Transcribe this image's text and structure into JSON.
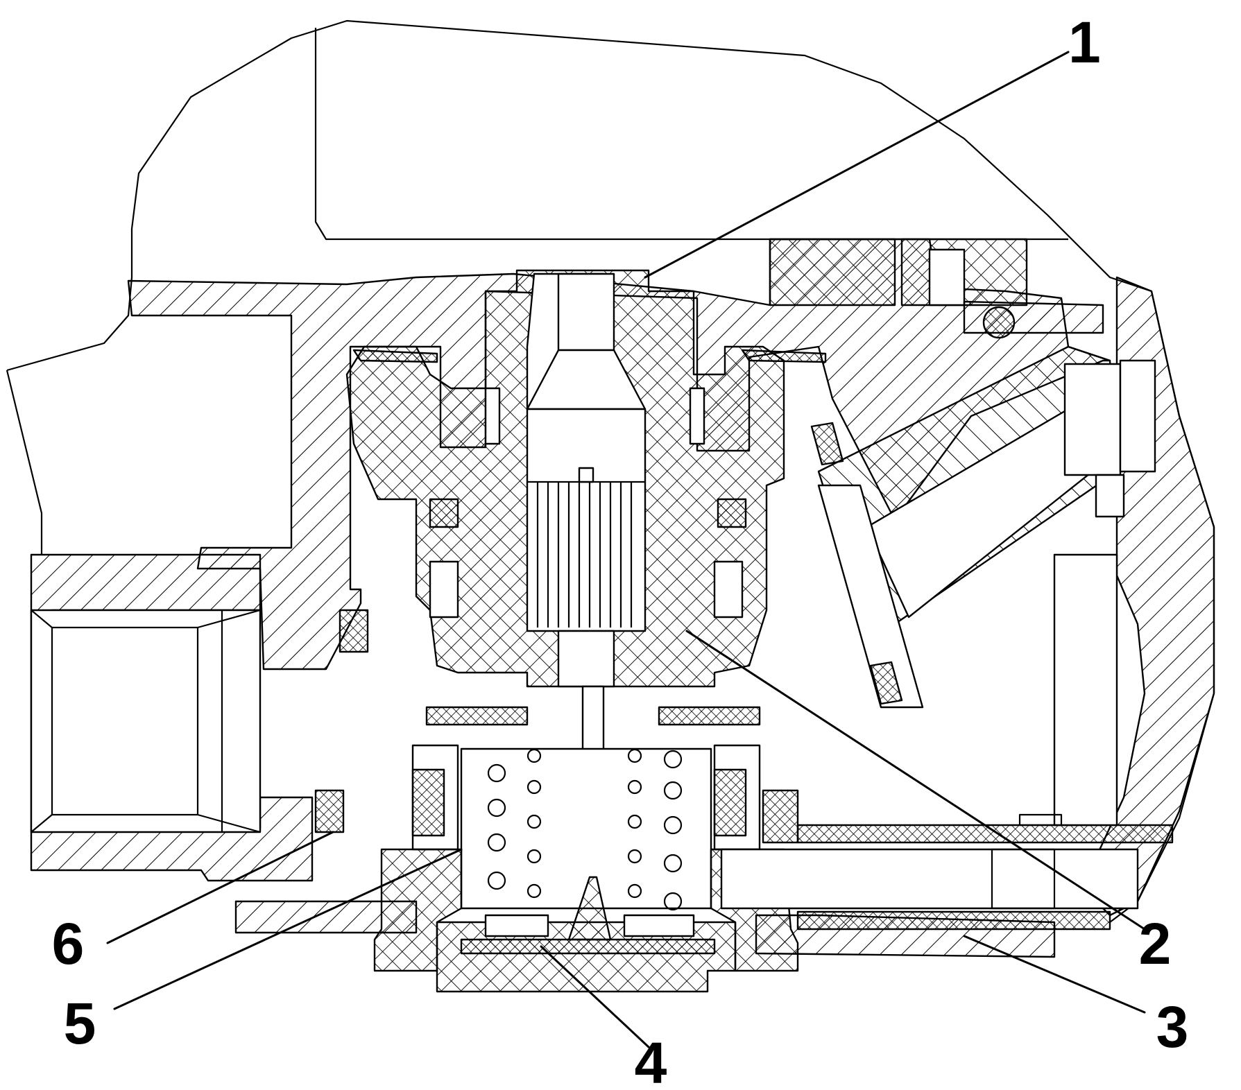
{
  "figure": {
    "callouts": [
      {
        "id": "callout-1",
        "text": "1"
      },
      {
        "id": "callout-2",
        "text": "2"
      },
      {
        "id": "callout-3",
        "text": "3"
      },
      {
        "id": "callout-4",
        "text": "4"
      },
      {
        "id": "callout-5",
        "text": "5"
      },
      {
        "id": "callout-6",
        "text": "6"
      }
    ]
  },
  "colors": {
    "ink": "#000000",
    "paper": "#ffffff"
  }
}
